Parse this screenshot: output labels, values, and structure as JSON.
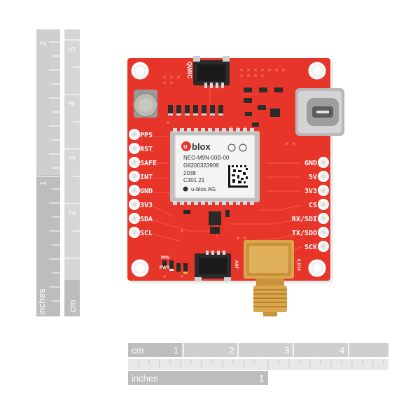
{
  "board": {
    "left_pins": [
      "PPS",
      "RST",
      "SAFE",
      "INT",
      "GND",
      "3V3",
      "SDA",
      "SCL"
    ],
    "right_pins": [
      "GND",
      "5V",
      "3V3",
      "CS",
      "RX/SDI",
      "TX/SDO",
      "SCK"
    ],
    "module": {
      "brand": "blox",
      "part": "NEO-M9N-00B-00",
      "serial": "G6200323906",
      "date": "2038",
      "lot": "C301 21",
      "maker": "u-blox AG"
    },
    "silk": {
      "qwiic": "QWIIC",
      "pps": "PPS",
      "pwr": "PWR",
      "ant": "ANT",
      "cutout": "0.1/10"
    }
  },
  "ruler_vertical": {
    "inches_label": "inches",
    "cm_label": "cm",
    "inch_ticks": [
      "1",
      "2"
    ],
    "cm_ticks": [
      "2",
      "3",
      "4",
      "5"
    ]
  },
  "ruler_horizontal": {
    "cm_label": "cm",
    "cm_ticks": [
      "1",
      "2",
      "3",
      "4"
    ],
    "inches_label": "inches",
    "inch_ticks": [
      "1"
    ]
  },
  "colors": {
    "pcb": "#e8352a",
    "pcb_dark": "#c8231c",
    "gold": "#d9a64a",
    "ruler": "#c9c9c9"
  }
}
